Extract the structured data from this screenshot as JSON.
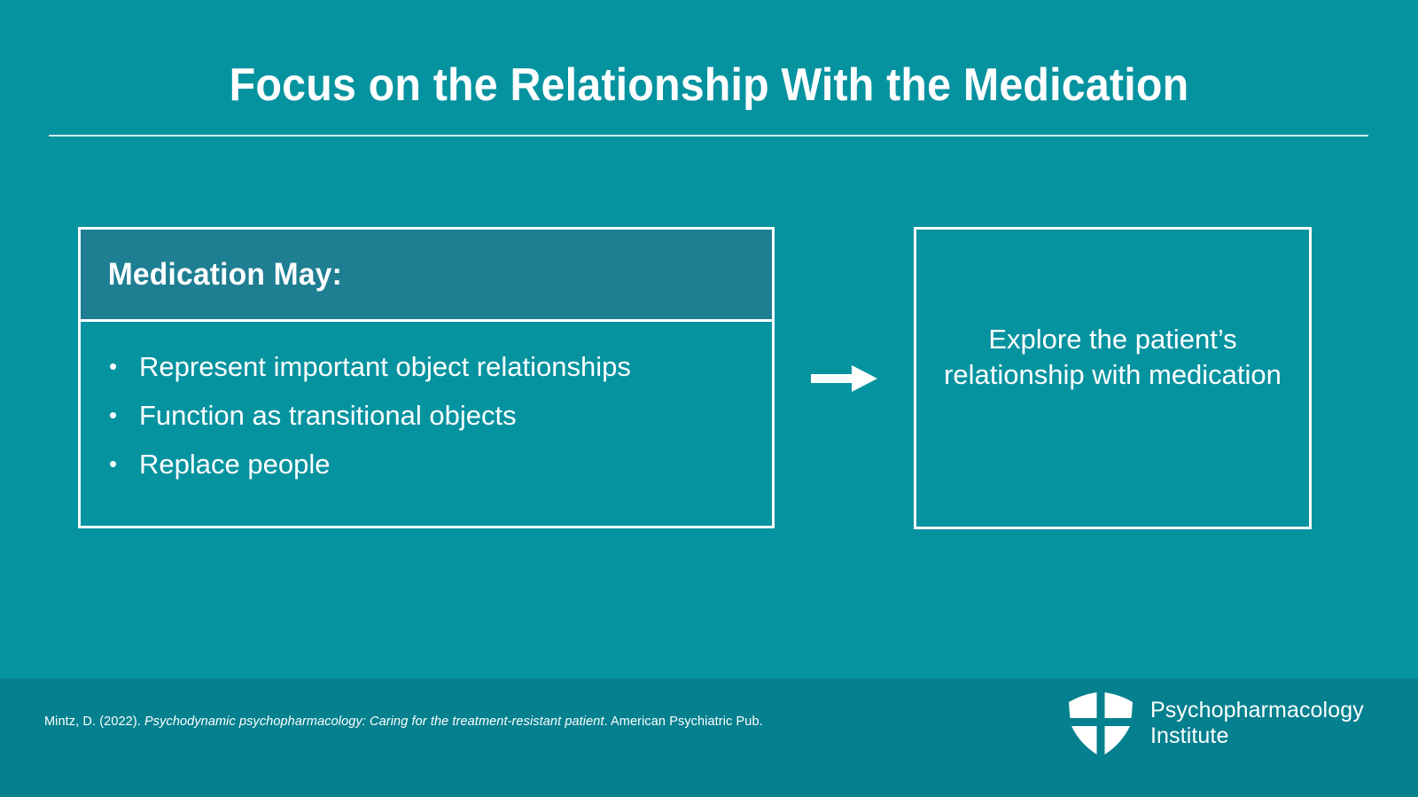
{
  "slide": {
    "title": "Focus on the Relationship With the Medication",
    "background_color": "#0693a0",
    "footer_band_color": "#04808e",
    "accent_panel_color": "#1e7e92",
    "text_color": "#ffffff"
  },
  "left_panel": {
    "header_label": "Medication May:",
    "bullets": [
      {
        "marker": "•",
        "text": "Represent important object relationships"
      },
      {
        "marker": "•",
        "text": "Function as transitional objects"
      },
      {
        "marker": "•",
        "text": "Replace people"
      }
    ]
  },
  "connector": {
    "icon": "right-arrow-icon"
  },
  "right_panel": {
    "text": "Explore the patient’s relationship with medication"
  },
  "footer": {
    "citation": {
      "prefix": "Mintz, D. (2022). ",
      "italic_title": "Psychodynamic psychopharmacology: Caring for the treatment-resistant patient",
      "suffix": ". American Psychiatric Pub."
    },
    "logo": {
      "mark": "shield-icon",
      "line1": "Psychopharmacology",
      "line2": "Institute"
    }
  }
}
